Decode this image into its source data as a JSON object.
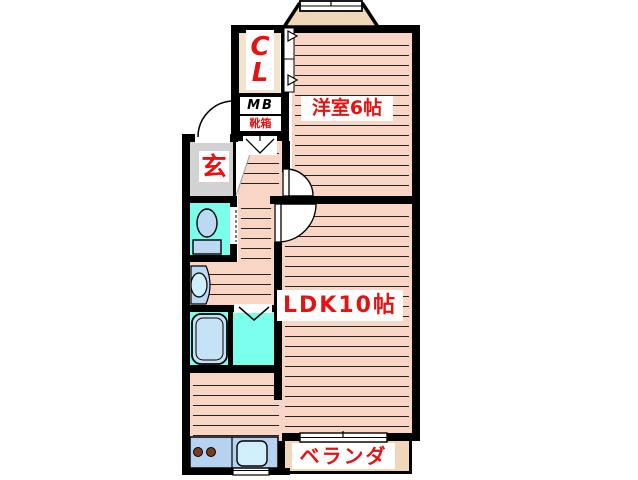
{
  "plan": {
    "rooms": {
      "western_room_label": "洋室6帖",
      "ldk_label": "LDK10帖",
      "veranda_label": "ベランダ",
      "entrance_label": "玄",
      "closet_letter_top": "C",
      "closet_letter_bottom": "L",
      "meter_box_label": "MB",
      "shoe_box_label": "靴箱"
    },
    "colors": {
      "wall": "#000000",
      "room_floor_pink": "#F8D5C5",
      "floor_stripe": "#242424",
      "wet_area_cyan": "#7CFFEA",
      "fixture_blue": "#BCD9F4",
      "fixture_light_blue": "#CFF0FB",
      "kitchen_counter_blue": "#B5D3F0",
      "burner_brown": "#7A3A1D",
      "entrance_floor_gray": "#D2D2D2",
      "closet_floor_cream": "#F3E3CB",
      "balcony_floor_beige": "#F1D7BA",
      "label_text_red": "#E51212"
    }
  }
}
